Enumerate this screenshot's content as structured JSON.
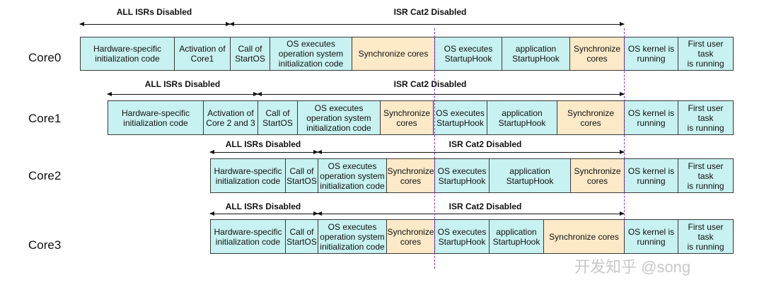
{
  "colors": {
    "init_fill": "#c8f1f1",
    "sync_fill": "#fbe9c7",
    "sync_line": "#8a2be2",
    "border": "#3a3a3a"
  },
  "watermark": "开发知乎 @song",
  "cores": [
    {
      "name": "Core0",
      "spans": [
        {
          "label": "ALL ISRs Disabled"
        },
        {
          "label": "ISR Cat2 Disabled"
        }
      ],
      "blocks": [
        {
          "text": "Hardware-specific\ninitialization code",
          "kind": "init"
        },
        {
          "text": "Activation of\nCore1",
          "kind": "init"
        },
        {
          "text": "Call of\nStartOS",
          "kind": "init"
        },
        {
          "text": "OS executes\noperation system\ninitialization code",
          "kind": "init"
        },
        {
          "text": "Synchronize cores",
          "kind": "sync"
        },
        {
          "text": "OS executes\nStartupHook",
          "kind": "init"
        },
        {
          "text": "application\nStartupHook",
          "kind": "init"
        },
        {
          "text": "Synchronize\ncores",
          "kind": "sync"
        },
        {
          "text": "OS kernel is\nrunning",
          "kind": "init"
        },
        {
          "text": "First user task\nis running",
          "kind": "init"
        }
      ]
    },
    {
      "name": "Core1",
      "spans": [
        {
          "label": "ALL ISRs Disabled"
        },
        {
          "label": "ISR Cat2 Disabled"
        }
      ],
      "blocks": [
        {
          "text": "Hardware-specific\ninitialization code",
          "kind": "init"
        },
        {
          "text": "Activation of\nCore 2 and 3",
          "kind": "init"
        },
        {
          "text": "Call of\nStartOS",
          "kind": "init"
        },
        {
          "text": "OS executes\noperation system\ninitialization code",
          "kind": "init"
        },
        {
          "text": "Synchronize\ncores",
          "kind": "sync"
        },
        {
          "text": "OS executes\nStartupHook",
          "kind": "init"
        },
        {
          "text": "application\nStartupHook",
          "kind": "init"
        },
        {
          "text": "Synchronize\ncores",
          "kind": "sync"
        },
        {
          "text": "OS kernel is\nrunning",
          "kind": "init"
        },
        {
          "text": "First user task\nis running",
          "kind": "init"
        }
      ]
    },
    {
      "name": "Core2",
      "spans": [
        {
          "label": "ALL ISRs Disabled"
        },
        {
          "label": "ISR Cat2 Disabled"
        }
      ],
      "blocks": [
        {
          "text": "Hardware-specific\ninitialization code",
          "kind": "init"
        },
        {
          "text": "Call of\nStartOS",
          "kind": "init"
        },
        {
          "text": "OS executes\noperation system\ninitialization code",
          "kind": "init"
        },
        {
          "text": "Synchronize\ncores",
          "kind": "sync"
        },
        {
          "text": "OS executes\nStartupHook",
          "kind": "init"
        },
        {
          "text": "application\nStartupHook",
          "kind": "init"
        },
        {
          "text": "Synchronize\ncores",
          "kind": "sync"
        },
        {
          "text": "OS kernel is\nrunning",
          "kind": "init"
        },
        {
          "text": "First user task\nis running",
          "kind": "init"
        }
      ]
    },
    {
      "name": "Core3",
      "spans": [
        {
          "label": "ALL ISRs Disabled"
        },
        {
          "label": "ISR Cat2 Disabled"
        }
      ],
      "blocks": [
        {
          "text": "Hardware-specific\ninitialization code",
          "kind": "init"
        },
        {
          "text": "Call of\nStartOS",
          "kind": "init"
        },
        {
          "text": "OS executes\noperation system\ninitialization code",
          "kind": "init"
        },
        {
          "text": "Synchronize\ncores",
          "kind": "sync"
        },
        {
          "text": "OS executes\nStartupHook",
          "kind": "init"
        },
        {
          "text": "application\nStartupHook",
          "kind": "init"
        },
        {
          "text": "Synchronize cores",
          "kind": "sync"
        },
        {
          "text": "OS kernel is\nrunning",
          "kind": "init"
        },
        {
          "text": "First user task\nis running",
          "kind": "init"
        }
      ]
    }
  ]
}
